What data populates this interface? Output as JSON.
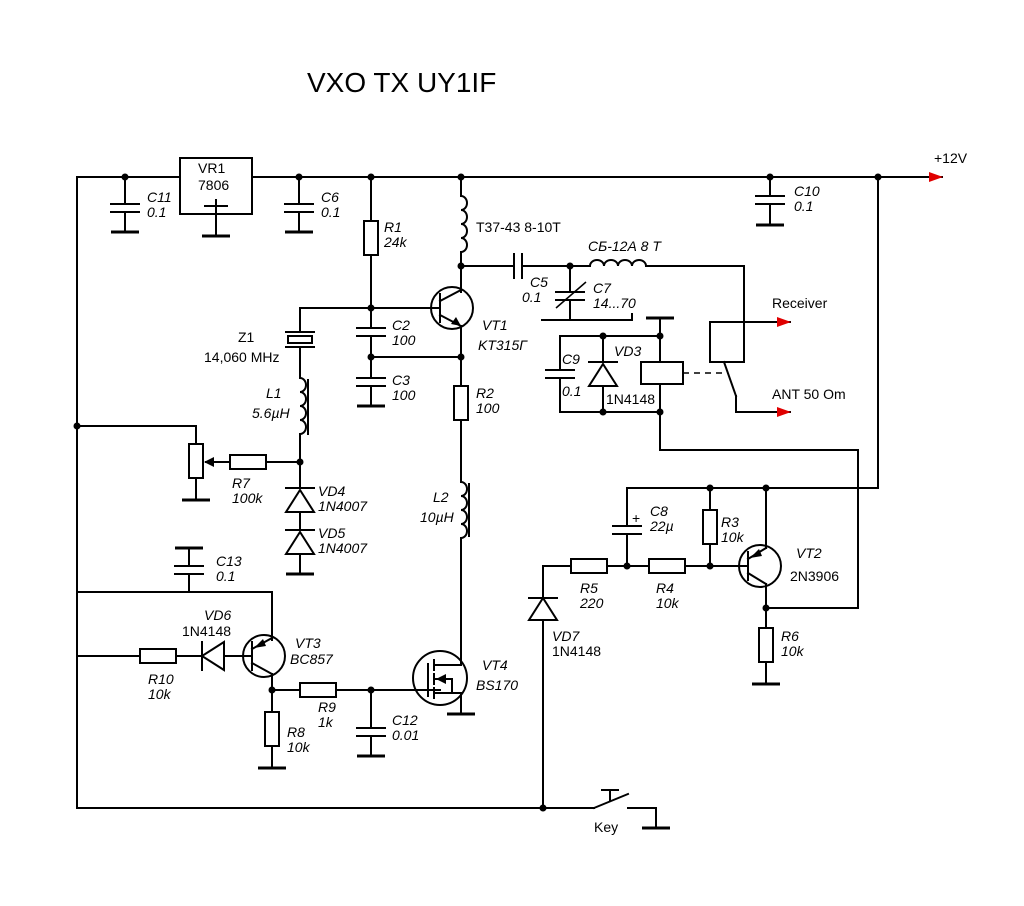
{
  "title": "VXO TX UY1IF",
  "colors": {
    "arrow": "#e00000",
    "line": "#000000"
  },
  "labels": {
    "vcc": "+12V",
    "receiver": "Receiver",
    "ant": "ANT 50 Om",
    "key": "Key"
  },
  "components": {
    "VR1": {
      "ref": "VR1",
      "value": "7806"
    },
    "C11": {
      "ref": "C11",
      "value": "0.1"
    },
    "C6": {
      "ref": "C6",
      "value": "0.1"
    },
    "C10": {
      "ref": "C10",
      "value": "0.1"
    },
    "R1": {
      "ref": "R1",
      "value": "24k"
    },
    "T1": {
      "ref": "T37-43 8-10T"
    },
    "C5": {
      "ref": "C5",
      "value": "0.1"
    },
    "L3": {
      "ref": "СБ-12А  8 Т"
    },
    "C7": {
      "ref": "C7",
      "value": "14...70"
    },
    "VT1": {
      "ref": "VT1",
      "value": "KT315Г"
    },
    "Z1": {
      "ref": "Z1",
      "value": "14,060 MHz"
    },
    "C2": {
      "ref": "C2",
      "value": "100"
    },
    "C3": {
      "ref": "C3",
      "value": "100"
    },
    "R2": {
      "ref": "R2",
      "value": "100"
    },
    "C9": {
      "ref": "C9",
      "value": "0.1"
    },
    "VD3": {
      "ref": "VD3",
      "value": "1N4148"
    },
    "L1": {
      "ref": "L1",
      "value": "5.6µH"
    },
    "R7": {
      "ref": "R7",
      "value": "100k"
    },
    "VD4": {
      "ref": "VD4",
      "value": "1N4007"
    },
    "VD5": {
      "ref": "VD5",
      "value": "1N4007"
    },
    "L2": {
      "ref": "L2",
      "value": "10µH"
    },
    "C8": {
      "ref": "C8",
      "value": "22µ"
    },
    "R3": {
      "ref": "R3",
      "value": "10k"
    },
    "VT2": {
      "ref": "VT2",
      "value": "2N3906"
    },
    "C13": {
      "ref": "C13",
      "value": "0.1"
    },
    "R5": {
      "ref": "R5",
      "value": "220"
    },
    "R4": {
      "ref": "R4",
      "value": "10k"
    },
    "VD6": {
      "ref": "VD6",
      "value": "1N4148"
    },
    "VT3": {
      "ref": "VT3",
      "value": "BC857"
    },
    "VT4": {
      "ref": "VT4",
      "value": "BS170"
    },
    "VD7": {
      "ref": "VD7",
      "value": "1N4148"
    },
    "R6": {
      "ref": "R6",
      "value": "10k"
    },
    "R10": {
      "ref": "R10",
      "value": "10k"
    },
    "R9": {
      "ref": "R9",
      "value": "1k"
    },
    "R8": {
      "ref": "R8",
      "value": "10k"
    },
    "C12": {
      "ref": "C12",
      "value": "0.01"
    }
  }
}
